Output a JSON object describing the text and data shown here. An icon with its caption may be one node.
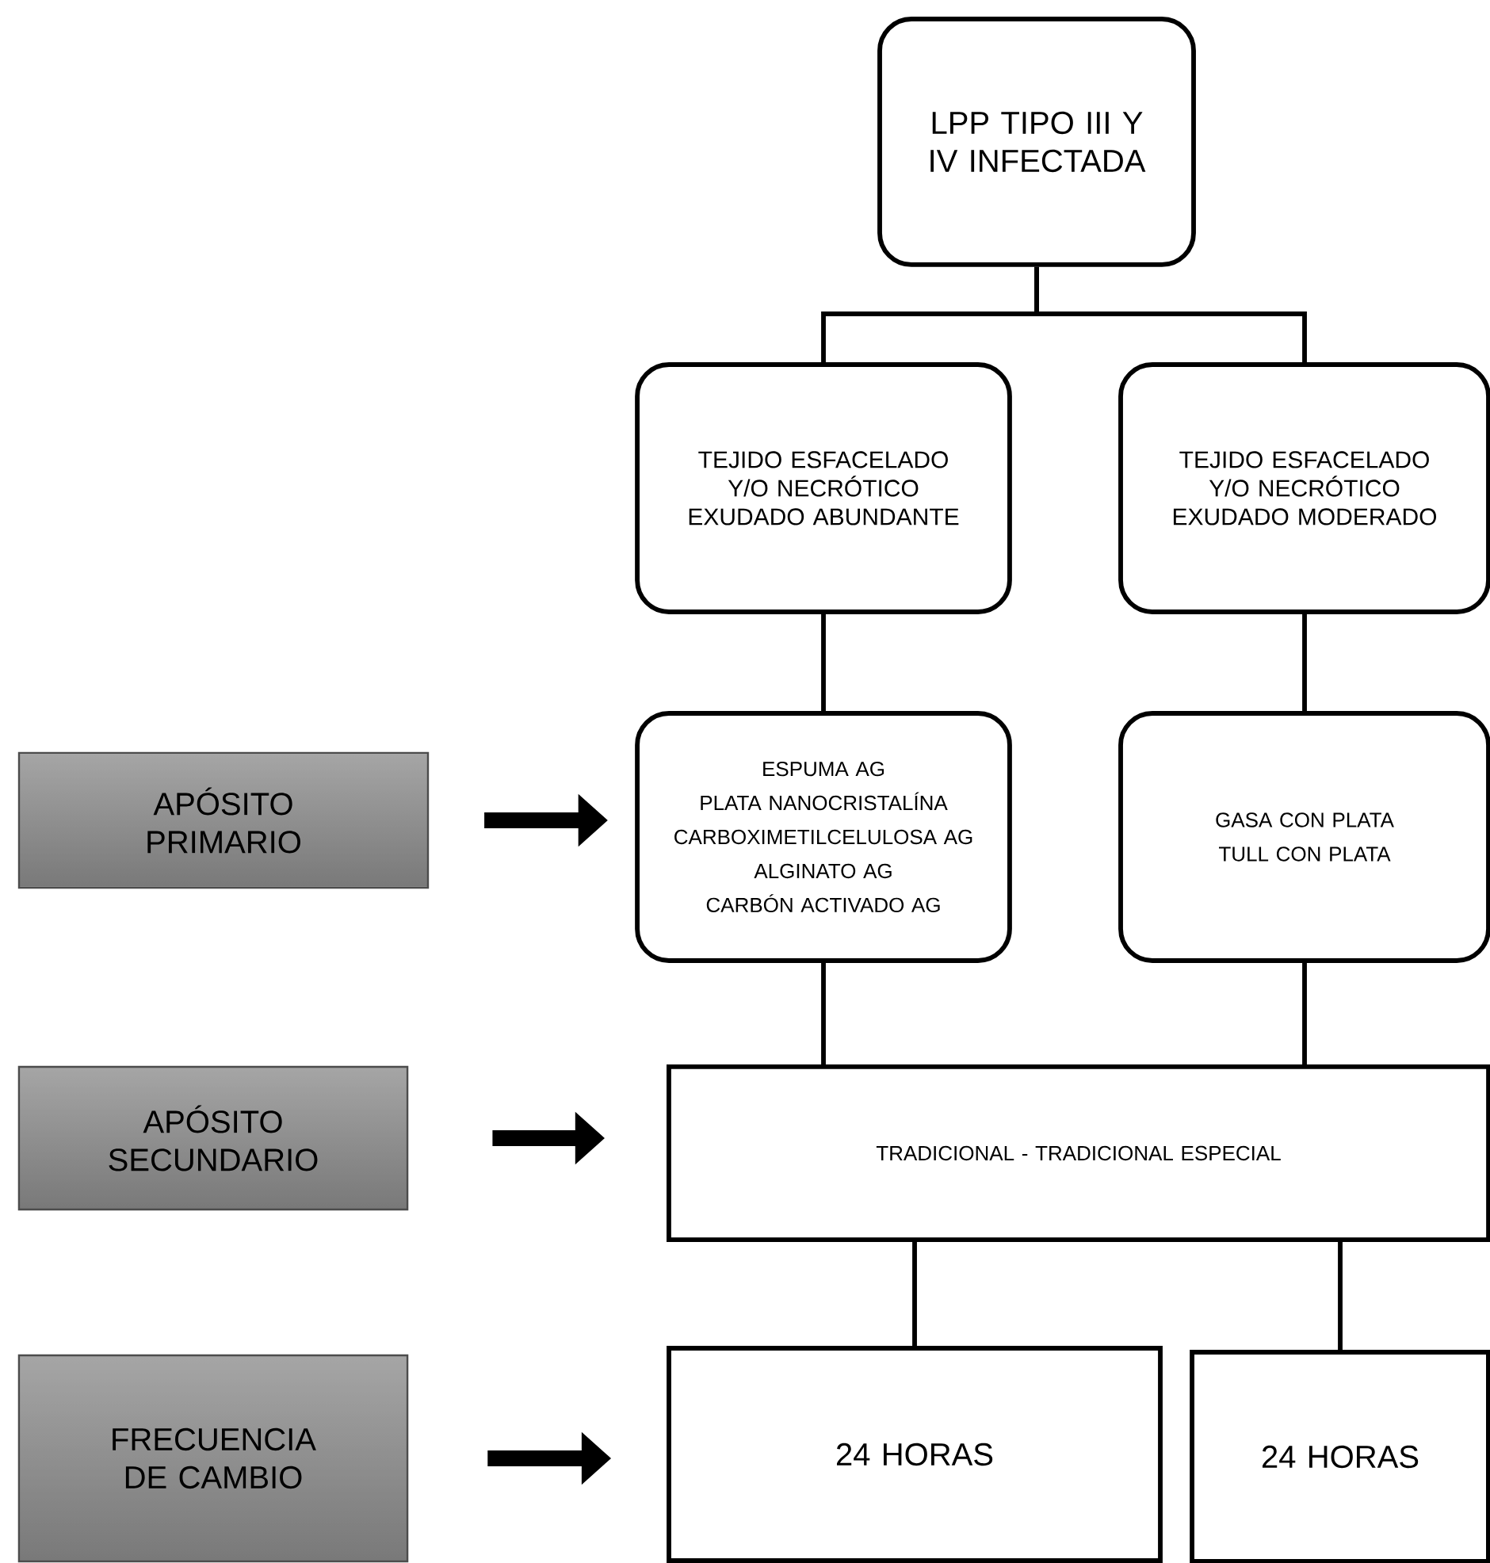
{
  "diagram": {
    "nodes": [
      {
        "text": [
          "LPP TIPO III Y IV INFECTADA"
        ]
      },
      {
        "text": [
          "TEJIDO ESFACELADO Y/O NECRÓTICO EXUDADO ABUNDANTE"
        ]
      },
      {
        "text": [
          "TEJIDO ESFACELADO Y/O NECRÓTICO EXUDADO MODERADO"
        ]
      },
      {
        "text": [
          "ESPUMA AG",
          "PLATA NANOCRISTALÍNA",
          "CARBOXIMETILCELULOSA AG",
          "ALGINATO AG",
          "CARBÓN ACTIVADO AG"
        ]
      },
      {
        "text": [
          "GASA CON PLATA",
          "TULL CON PLATA"
        ]
      },
      {
        "text": [
          "TRADICIONAL - TRADICIONAL ESPECIAL"
        ]
      },
      {
        "text": [
          "24 HORAS"
        ]
      },
      {
        "text": [
          "24 HORAS"
        ]
      },
      {
        "text": [
          "APÓSITO PRIMARIO"
        ]
      },
      {
        "text": [
          "APÓSITO SECUNDARIO"
        ]
      },
      {
        "text": [
          "FRECUENCIA DE CAMBIO"
        ]
      }
    ],
    "edges": [
      {
        "from": 0,
        "to": 1,
        "arrow": "none"
      },
      {
        "from": 0,
        "to": 2,
        "arrow": "none"
      },
      {
        "from": 1,
        "to": 3,
        "arrow": "none"
      },
      {
        "from": 2,
        "to": 4,
        "arrow": "none"
      },
      {
        "from": 3,
        "to": 5,
        "arrow": "none"
      },
      {
        "from": 4,
        "to": 5,
        "arrow": "none"
      },
      {
        "from": 5,
        "to": 6,
        "arrow": "none"
      },
      {
        "from": 5,
        "to": 7,
        "arrow": "none"
      },
      {
        "from": 8,
        "to": 3,
        "arrow": "to",
        "style": "thick"
      },
      {
        "from": 9,
        "to": 5,
        "arrow": "to",
        "style": "thick"
      },
      {
        "from": 10,
        "to": 6,
        "arrow": "to",
        "style": "thick"
      }
    ]
  }
}
